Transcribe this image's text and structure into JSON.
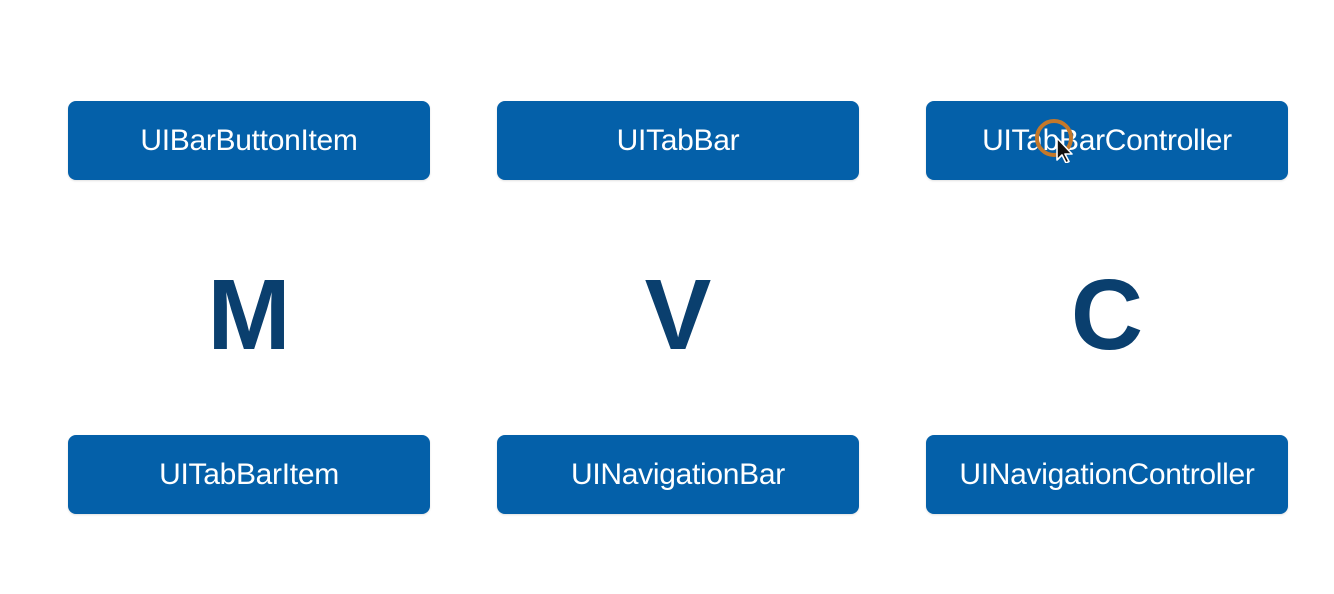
{
  "colors": {
    "box_fill": "#0460A9",
    "letter": "#0A3F6E",
    "cursor_ring": "#C4782A"
  },
  "columns": [
    {
      "top_label": "UIBarButtonItem",
      "letter": "M",
      "bottom_label": "UITabBarItem"
    },
    {
      "top_label": "UITabBar",
      "letter": "V",
      "bottom_label": "UINavigationBar"
    },
    {
      "top_label": "UITabBarController",
      "letter": "C",
      "bottom_label": "UINavigationController"
    }
  ]
}
